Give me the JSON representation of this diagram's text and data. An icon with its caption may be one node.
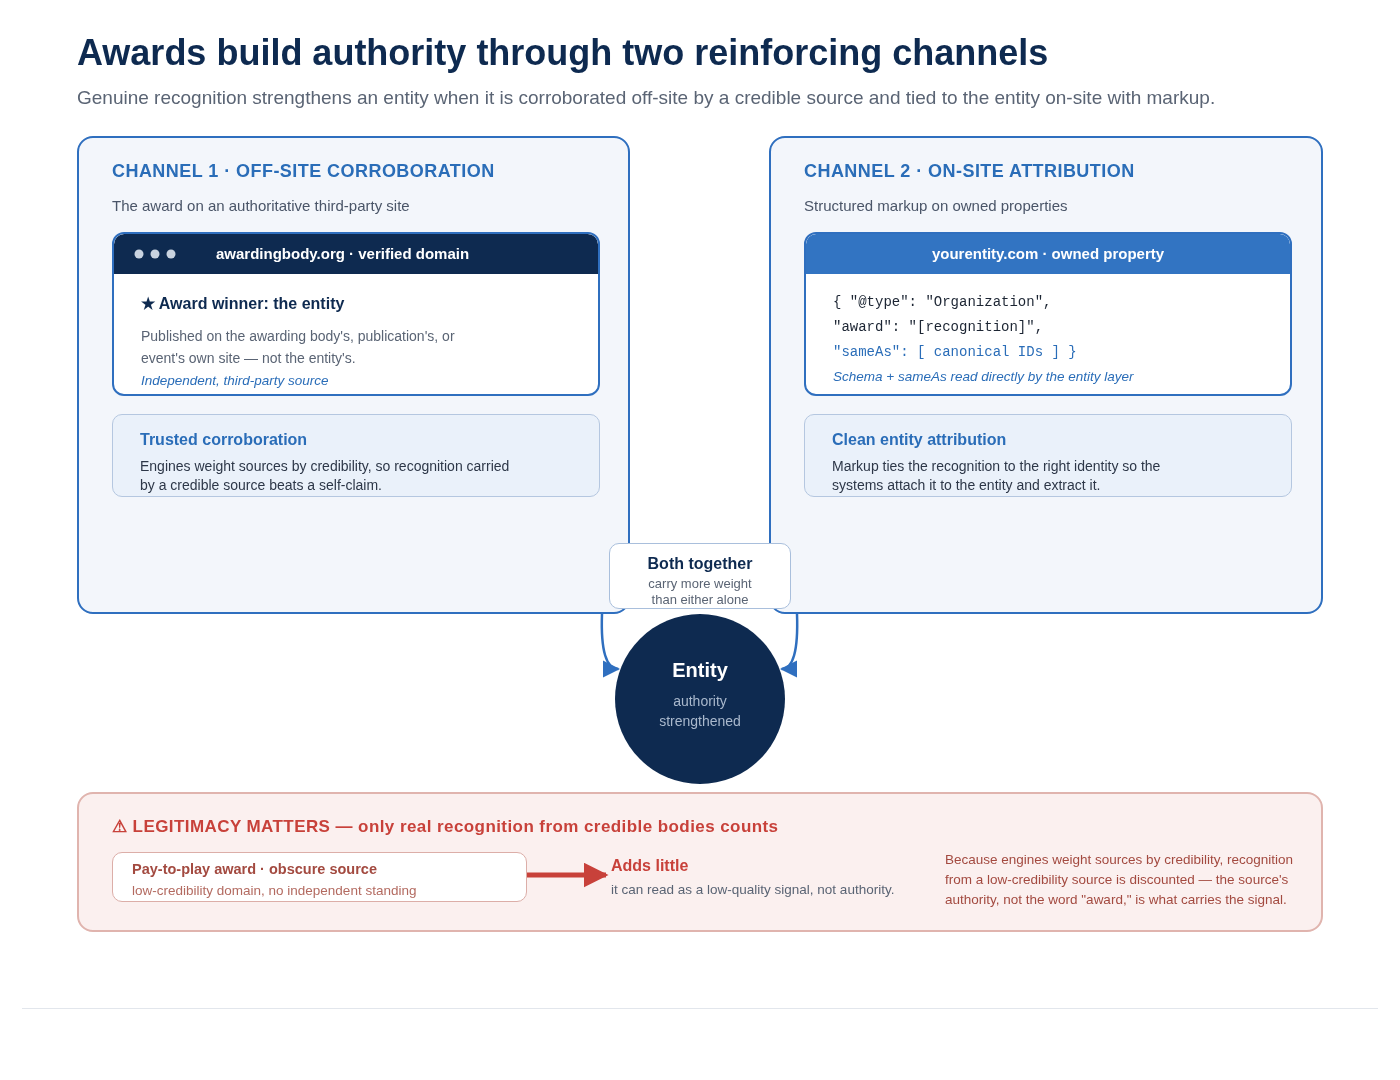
{
  "diagram": {
    "title": "Awards build authority through two reinforcing channels",
    "nodes": [
      {
        "text": [
          "CHANNEL 1 · OFF-SITE CORROBORATION",
          "The award on an authoritative third-party site"
        ]
      },
      {
        "text": [
          "awardingbody.org · verified domain",
          "★ Award winner: the entity",
          "Published on the awarding body's, publication's, or event's own site — not the entity's.",
          "Independent, third-party source"
        ],
        "in": 0
      },
      {
        "text": [
          "Trusted corroboration",
          "Engines weight sources by credibility, so recognition carried by a credible source beats a self-claim."
        ],
        "in": 0
      },
      {
        "text": [
          "CHANNEL 2 · ON-SITE ATTRIBUTION",
          "Structured markup on owned properties"
        ]
      },
      {
        "text": [
          "yourentity.com · owned property",
          "{ \"@type\": \"Organization\",",
          "\"award\": \"[recognition]\",",
          "\"sameAs\": [ canonical IDs ] }",
          "Schema + sameAs read directly by the entity layer"
        ],
        "in": 3
      },
      {
        "text": [
          "Clean entity attribution",
          "Markup ties the recognition to the right identity so the systems attach it to the entity and extract it."
        ],
        "in": 3
      },
      {
        "text": [
          "Both together",
          "carry more weight than either alone"
        ]
      },
      {
        "text": [
          "Entity",
          "authority strengthened"
        ]
      },
      {
        "text": [
          "⚠ LEGITIMACY MATTERS — only real recognition from credible bodies counts"
        ]
      },
      {
        "text": [
          "Pay-to-play award · obscure source",
          "low-credibility domain, no independent standing"
        ],
        "in": 8
      },
      {
        "text": [
          "Adds little",
          "it can read as a low-quality signal, not authority."
        ],
        "in": 8
      }
    ],
    "edges": [
      {
        "from": 0,
        "to": 7,
        "arrow": "to"
      },
      {
        "from": 3,
        "to": 7,
        "arrow": "to"
      },
      {
        "from": 9,
        "to": 10,
        "arrow": "to",
        "style": "thick",
        "color": "#c8413a"
      }
    ],
    "labels": [
      "Genuine recognition strengthens an entity when it is corroborated off-site by a credible source and tied to the entity on-site with markup.",
      "Because engines weight sources by credibility, recognition from a low-credibility source is discounted — the source's authority, not the word \"award,\" is what carries the signal."
    ]
  }
}
